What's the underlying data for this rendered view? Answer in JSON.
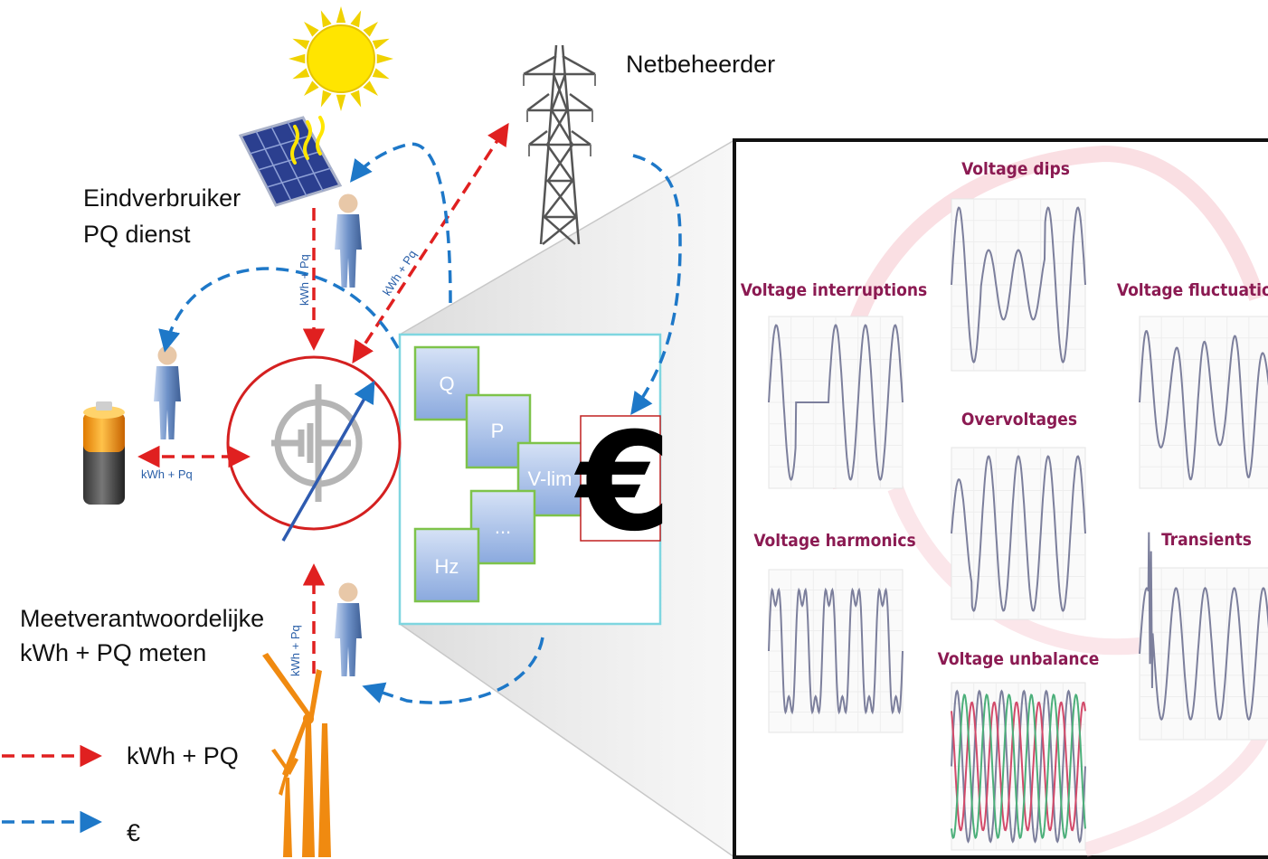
{
  "labels": {
    "netbeheerder": "Netbeheerder",
    "eindverbruiker_line1": "Eindverbruiker",
    "eindverbruiker_line2": "PQ dienst",
    "meet_line1": "Meetverantwoordelijke",
    "meet_line2": "kWh + PQ meten"
  },
  "flow_labels": {
    "top_vertical": "kWh + Pq",
    "top_diagonal": "kWh + Pq",
    "battery": "kWh + Pq",
    "bottom_vertical": "kWh + Pq"
  },
  "legend": {
    "energy_label": "kWh + PQ",
    "money_label": "€",
    "energy_color": "#e02020",
    "money_color": "#1e78c8"
  },
  "services": {
    "q": "Q",
    "p": "P",
    "vlim": "V-lim",
    "more": "...",
    "hz": "Hz",
    "euro": "€"
  },
  "pq_panel": {
    "dips": "Voltage dips",
    "interruptions": "Voltage interruptions",
    "fluctuations": "Voltage fluctuations",
    "overvoltages": "Overvoltages",
    "harmonics": "Voltage harmonics",
    "transients": "Transients",
    "unbalance": "Voltage unbalance"
  }
}
